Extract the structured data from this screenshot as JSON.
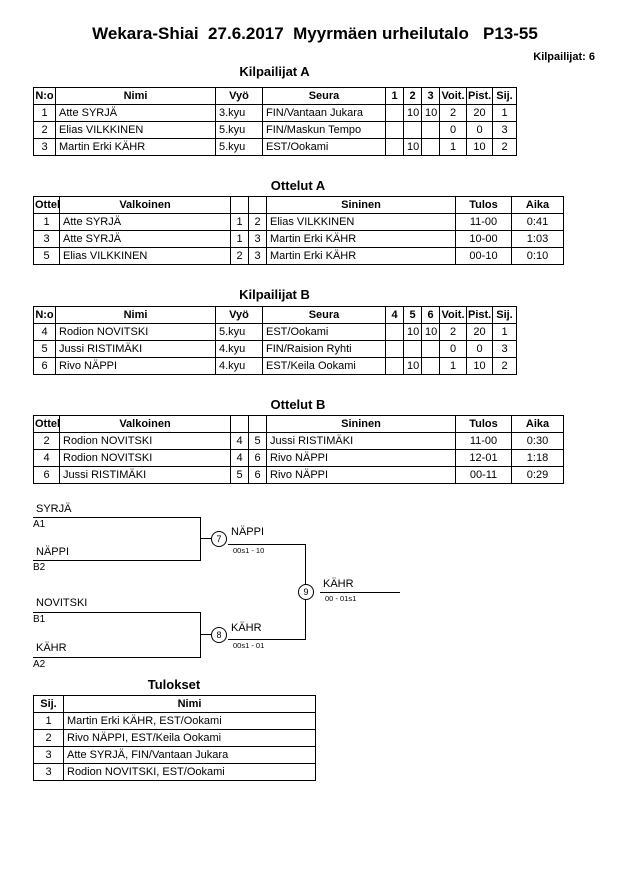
{
  "header": {
    "title": "Wekara-Shiai  27.6.2017  Myyrmäen urheilutalo   P13-55",
    "competitors": "Kilpailijat: 6"
  },
  "tableA": {
    "heading": "Kilpailijat A",
    "headers": [
      "N:o",
      "Nimi",
      "Vyö",
      "Seura",
      "1",
      "2",
      "3",
      "Voit.",
      "Pist.",
      "Sij."
    ],
    "rows": [
      [
        "1",
        "Atte SYRJÄ",
        "3.kyu",
        "FIN/Vantaan Jukara",
        "",
        "10",
        "10",
        "2",
        "20",
        "1"
      ],
      [
        "2",
        "Elias VILKKINEN",
        "5.kyu",
        "FIN/Maskun Tempo",
        "",
        "",
        "",
        "0",
        "0",
        "3"
      ],
      [
        "3",
        "Martin Erki KÄHR",
        "5.kyu",
        "EST/Ookami",
        "",
        "10",
        "",
        "1",
        "10",
        "2"
      ]
    ]
  },
  "matchesA": {
    "heading": "Ottelut A",
    "headers": [
      "Ottelu",
      "Valkoinen",
      "",
      "",
      "Sininen",
      "Tulos",
      "Aika"
    ],
    "rows": [
      [
        "1",
        "Atte SYRJÄ",
        "1",
        "2",
        "Elias VILKKINEN",
        "11-00",
        "0:41"
      ],
      [
        "3",
        "Atte SYRJÄ",
        "1",
        "3",
        "Martin Erki KÄHR",
        "10-00",
        "1:03"
      ],
      [
        "5",
        "Elias VILKKINEN",
        "2",
        "3",
        "Martin Erki KÄHR",
        "00-10",
        "0:10"
      ]
    ]
  },
  "tableB": {
    "heading": "Kilpailijat B",
    "headers": [
      "N:o",
      "Nimi",
      "Vyö",
      "Seura",
      "4",
      "5",
      "6",
      "Voit.",
      "Pist.",
      "Sij."
    ],
    "rows": [
      [
        "4",
        "Rodion NOVITSKI",
        "5.kyu",
        "EST/Ookami",
        "",
        "10",
        "10",
        "2",
        "20",
        "1"
      ],
      [
        "5",
        "Jussi RISTIMÄKI",
        "4.kyu",
        "FIN/Raision Ryhti",
        "",
        "",
        "",
        "0",
        "0",
        "3"
      ],
      [
        "6",
        "Rivo NÄPPI",
        "4.kyu",
        "EST/Keila Ookami",
        "",
        "10",
        "",
        "1",
        "10",
        "2"
      ]
    ]
  },
  "matchesB": {
    "heading": "Ottelut B",
    "headers": [
      "Ottelu",
      "Valkoinen",
      "",
      "",
      "Sininen",
      "Tulos",
      "Aika"
    ],
    "rows": [
      [
        "2",
        "Rodion NOVITSKI",
        "4",
        "5",
        "Jussi RISTIMÄKI",
        "11-00",
        "0:30"
      ],
      [
        "4",
        "Rodion NOVITSKI",
        "4",
        "6",
        "Rivo NÄPPI",
        "12-01",
        "1:18"
      ],
      [
        "6",
        "Jussi RISTIMÄKI",
        "5",
        "6",
        "Rivo NÄPPI",
        "00-11",
        "0:29"
      ]
    ]
  },
  "bracket": {
    "sf1": {
      "top": "SYRJÄ",
      "top_seed": "A1",
      "bottom": "NÄPPI",
      "bottom_seed": "B2",
      "match": "7",
      "winner": "NÄPPI",
      "score": "00s1 - 10"
    },
    "sf2": {
      "top": "NOVITSKI",
      "top_seed": "B1",
      "bottom": "KÄHR",
      "bottom_seed": "A2",
      "match": "8",
      "winner": "KÄHR",
      "score": "00s1 - 01"
    },
    "final": {
      "match": "9",
      "winner": "KÄHR",
      "score": "00 - 01s1"
    }
  },
  "results": {
    "heading": "Tulokset",
    "headers": [
      "Sij.",
      "Nimi"
    ],
    "rows": [
      [
        "1",
        "Martin Erki KÄHR, EST/Ookami"
      ],
      [
        "2",
        "Rivo NÄPPI, EST/Keila Ookami"
      ],
      [
        "3",
        "Atte SYRJÄ, FIN/Vantaan Jukara"
      ],
      [
        "3",
        "Rodion NOVITSKI, EST/Ookami"
      ]
    ]
  }
}
